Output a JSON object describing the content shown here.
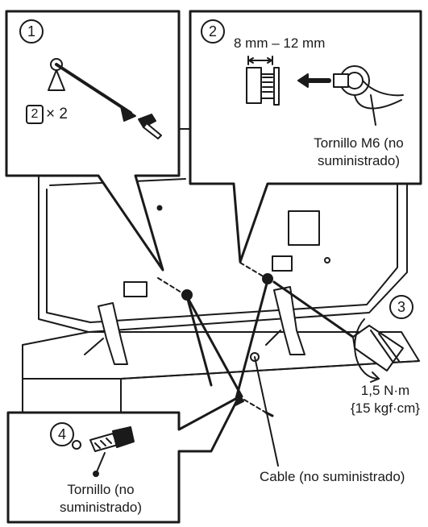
{
  "steps": [
    {
      "number": "1",
      "screw_symbol": "2",
      "screw_count": "× 2"
    },
    {
      "number": "2",
      "measure": "8 mm – 12 mm",
      "screw_label_line1": "Tornillo M6 (no",
      "screw_label_line2": "suministrado)"
    },
    {
      "number": "3",
      "torque_line1": "1,5 N·m",
      "torque_line2": "{15 kgf·cm}"
    },
    {
      "number": "4",
      "screw_label_line1": "Tornillo (no",
      "screw_label_line2": "suministrado)"
    }
  ],
  "cable_label": "Cable (no suministrado)"
}
